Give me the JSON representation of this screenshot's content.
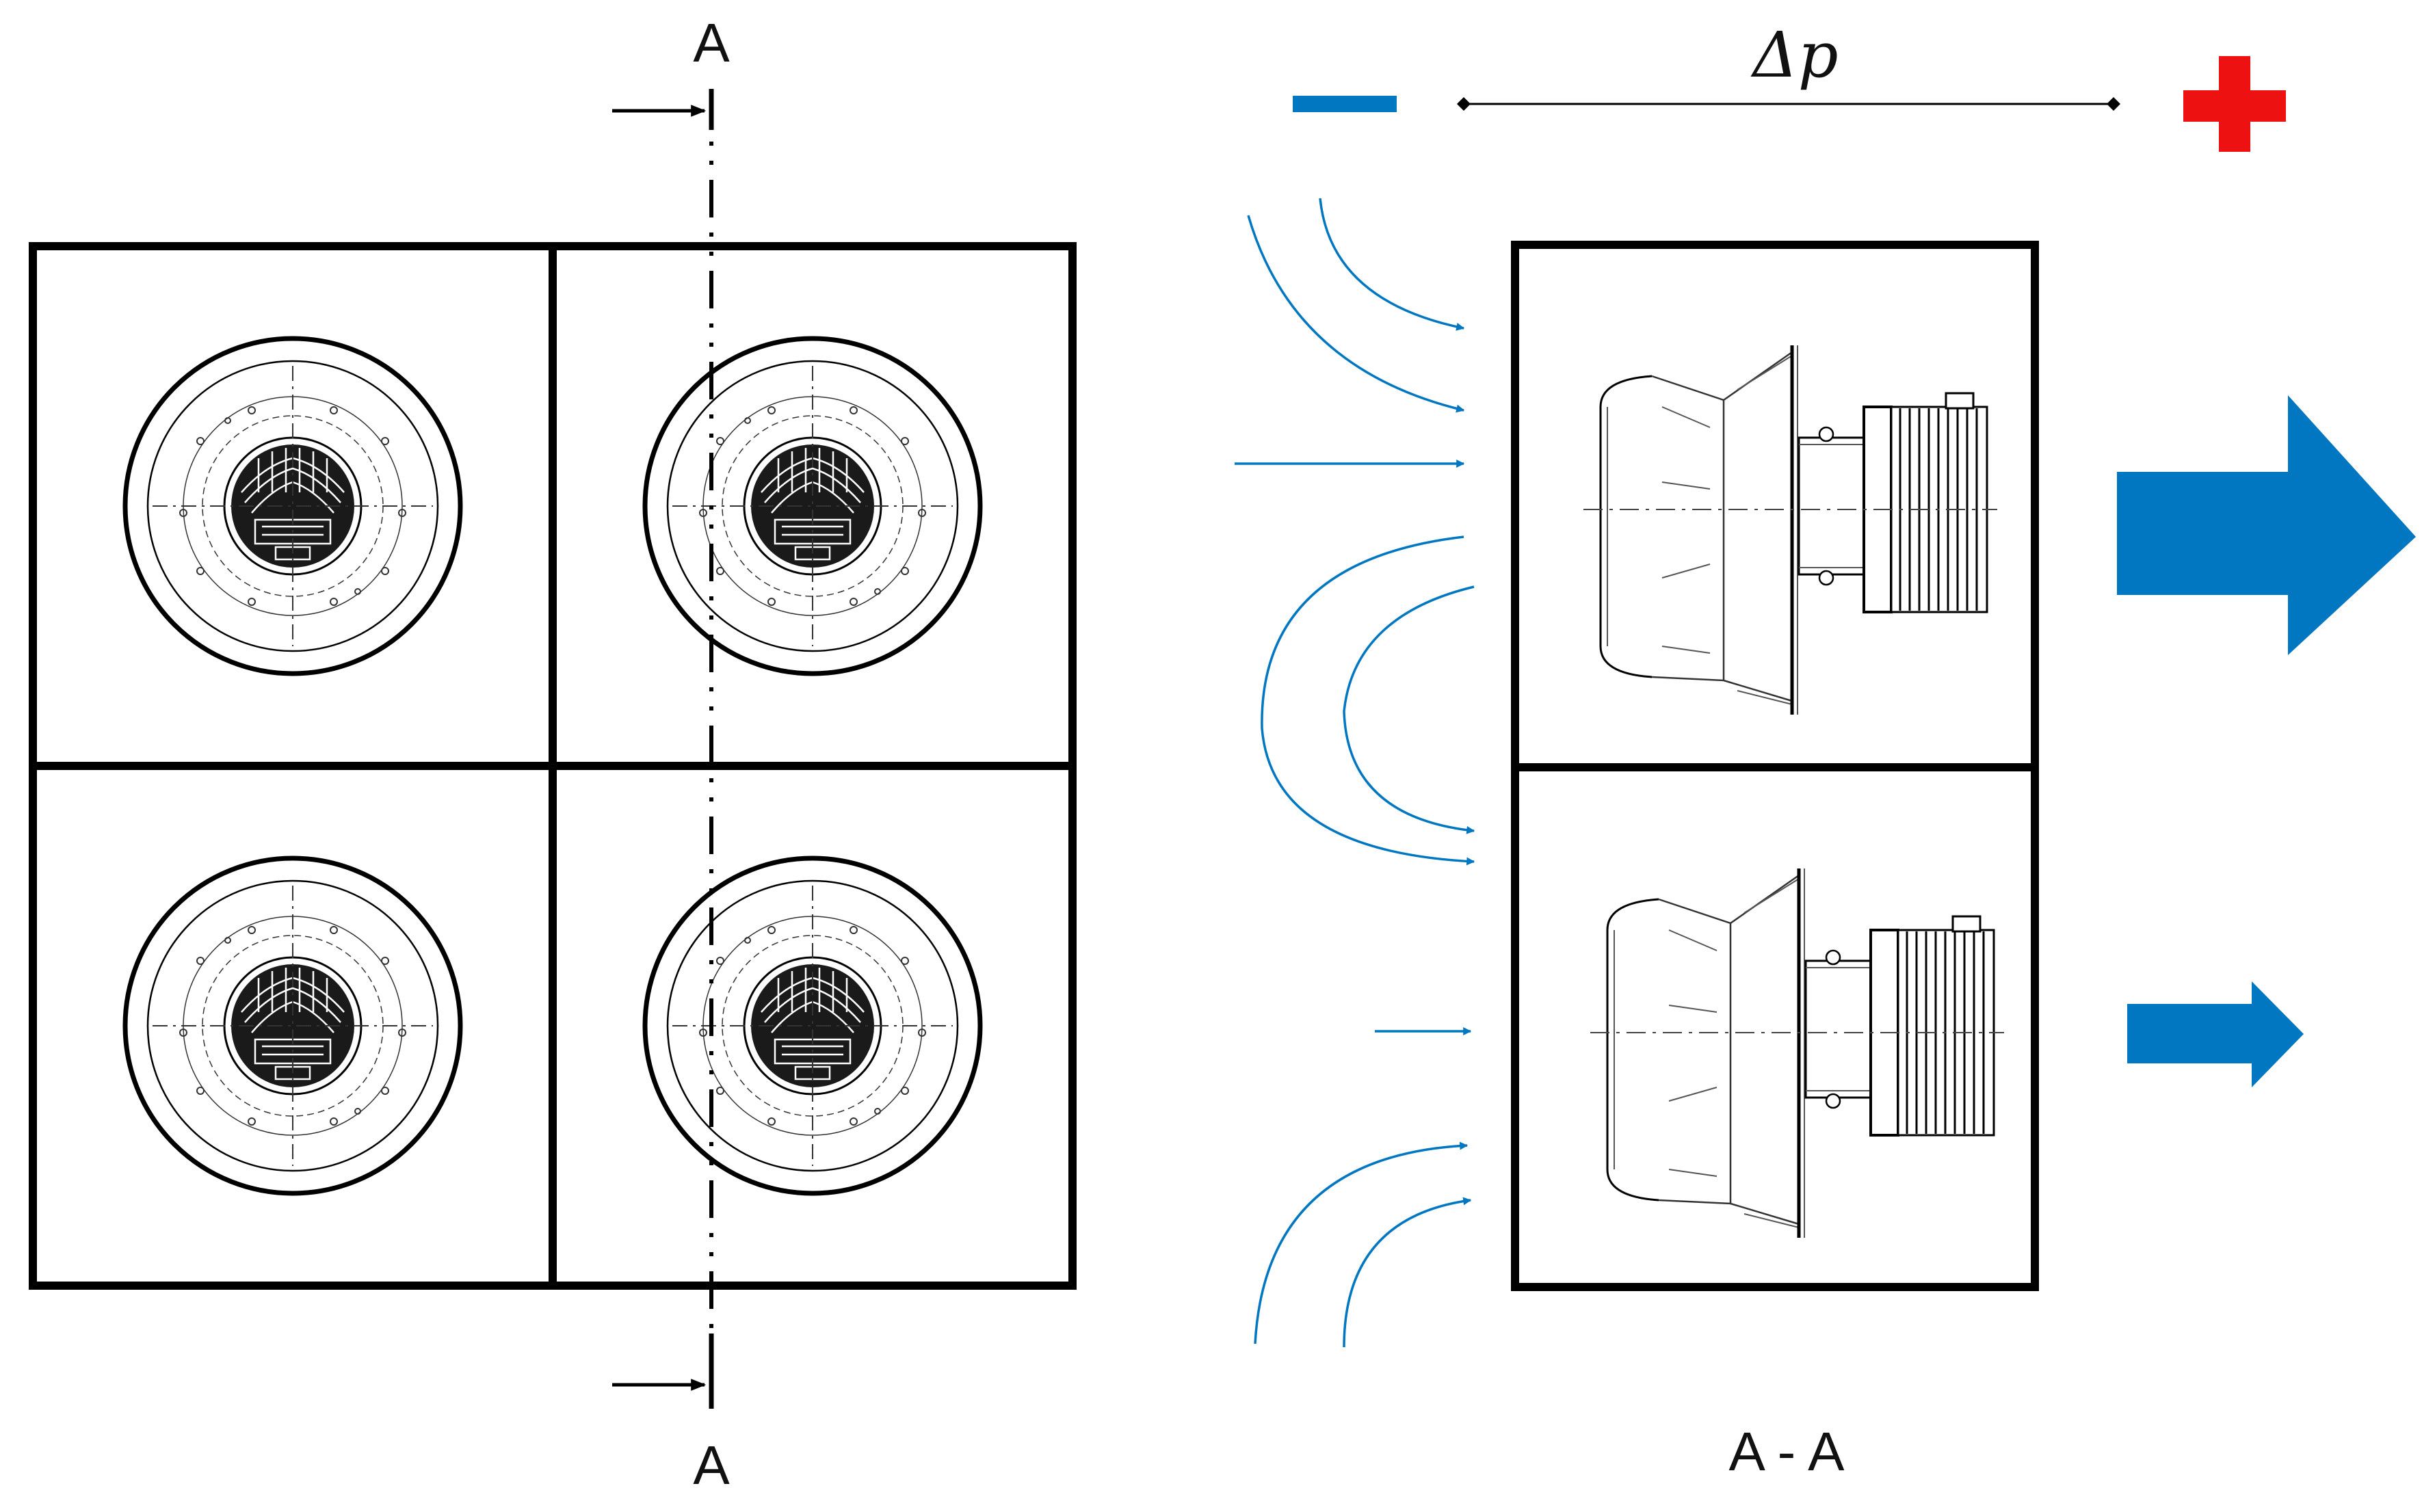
{
  "labels": {
    "section_top": "A",
    "section_bottom": "A",
    "section_view": "A - A",
    "pressure_diff": "Δp"
  },
  "symbols": {
    "low_pressure": "minus-sign",
    "high_pressure": "plus-sign"
  },
  "colors": {
    "flow": "#0077c0",
    "minus": "#0077c0",
    "plus": "#ee1111",
    "frame": "#000000"
  },
  "front_view": {
    "fan_count": 4,
    "grid": "2x2"
  },
  "side_view": {
    "fan_count": 2,
    "outlet_arrows": [
      "large",
      "small"
    ]
  }
}
